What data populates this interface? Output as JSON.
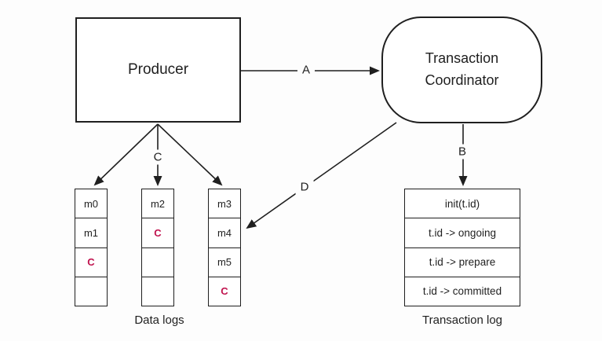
{
  "nodes": {
    "producer": "Producer",
    "coordinator": "Transaction Coordinator"
  },
  "edges": {
    "a": "A",
    "b": "B",
    "c": "C",
    "d": "D"
  },
  "data_logs": {
    "caption": "Data logs",
    "columns": [
      {
        "cells": [
          "m0",
          "m1",
          "C",
          ""
        ]
      },
      {
        "cells": [
          "m2",
          "C",
          "",
          ""
        ]
      },
      {
        "cells": [
          "m3",
          "m4",
          "m5",
          "C"
        ]
      }
    ]
  },
  "transaction_log": {
    "caption": "Transaction log",
    "rows": [
      "init(t.id)",
      "t.id -> ongoing",
      "t.id -> prepare",
      "t.id -> committed"
    ]
  },
  "colors": {
    "commit_marker": "#c0134e",
    "line": "#1f1f1f"
  }
}
